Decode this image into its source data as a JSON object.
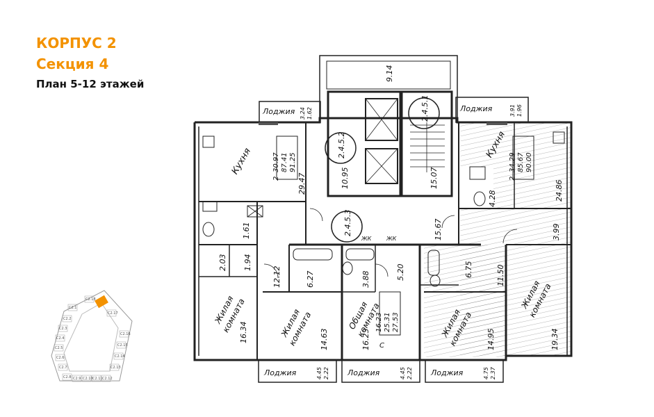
{
  "header": {
    "building": "КОРПУС 2",
    "section": "Секция 4",
    "plan": "План 5-12 этажей"
  },
  "colors": {
    "accent": "#f39200",
    "walls": "#222222",
    "highlight": "#f39200"
  },
  "plan": {
    "labels": {
      "kitchen": "Кухня",
      "loggia": "Лоджия",
      "living1": "Жилая",
      "living2": "комната",
      "common1": "Общая",
      "common2": "комната",
      "zhk": "ЖК",
      "c": "С"
    },
    "apartments": {
      "left": [
        "2",
        "30.97",
        "87.41",
        "91.25"
      ],
      "right": [
        "2",
        "34.29",
        "85.67",
        "90.00"
      ],
      "middle": [
        "16.23",
        "25.31",
        "27.53"
      ]
    },
    "hallIds": [
      "2.4.5.1",
      "2.4.5.2",
      "2.4.5.3"
    ],
    "areas": {
      "a914": "9.14",
      "a2947": "29.47",
      "a1095": "10.95",
      "a1507": "15.07",
      "a428": "4.28",
      "a2486": "24.86",
      "a399": "3.99",
      "a1567": "15.67",
      "a161": "1.61",
      "a203": "2.03",
      "a194": "1.94",
      "a1212": "12.12",
      "a627": "6.27",
      "a388": "3.88",
      "a520": "5.20",
      "a675": "6.75",
      "a1150": "11.50",
      "a1634": "16.34",
      "a1463": "14.63",
      "a1623": "16.23",
      "a1495": "14.95",
      "a1934": "19.34"
    },
    "loggias": {
      "topLeft": [
        "3.24",
        "1.62"
      ],
      "topRight": [
        "3.91",
        "1.96"
      ],
      "bottom1": [
        "4.45",
        "2.22"
      ],
      "bottom2": [
        "4.45",
        "2.22"
      ],
      "bottom3": [
        "4.75",
        "2.37"
      ]
    }
  },
  "keyplan": {
    "units": [
      "С2.1",
      "С2.2",
      "С2.3",
      "С2.4",
      "С2.5",
      "С2.6",
      "С2.7",
      "С2.8",
      "С2.9",
      "С2.10",
      "С2.11",
      "С2.12",
      "С2.13",
      "С2.14",
      "С2.15",
      "С2.16",
      "С2.17",
      "С2.18"
    ]
  }
}
